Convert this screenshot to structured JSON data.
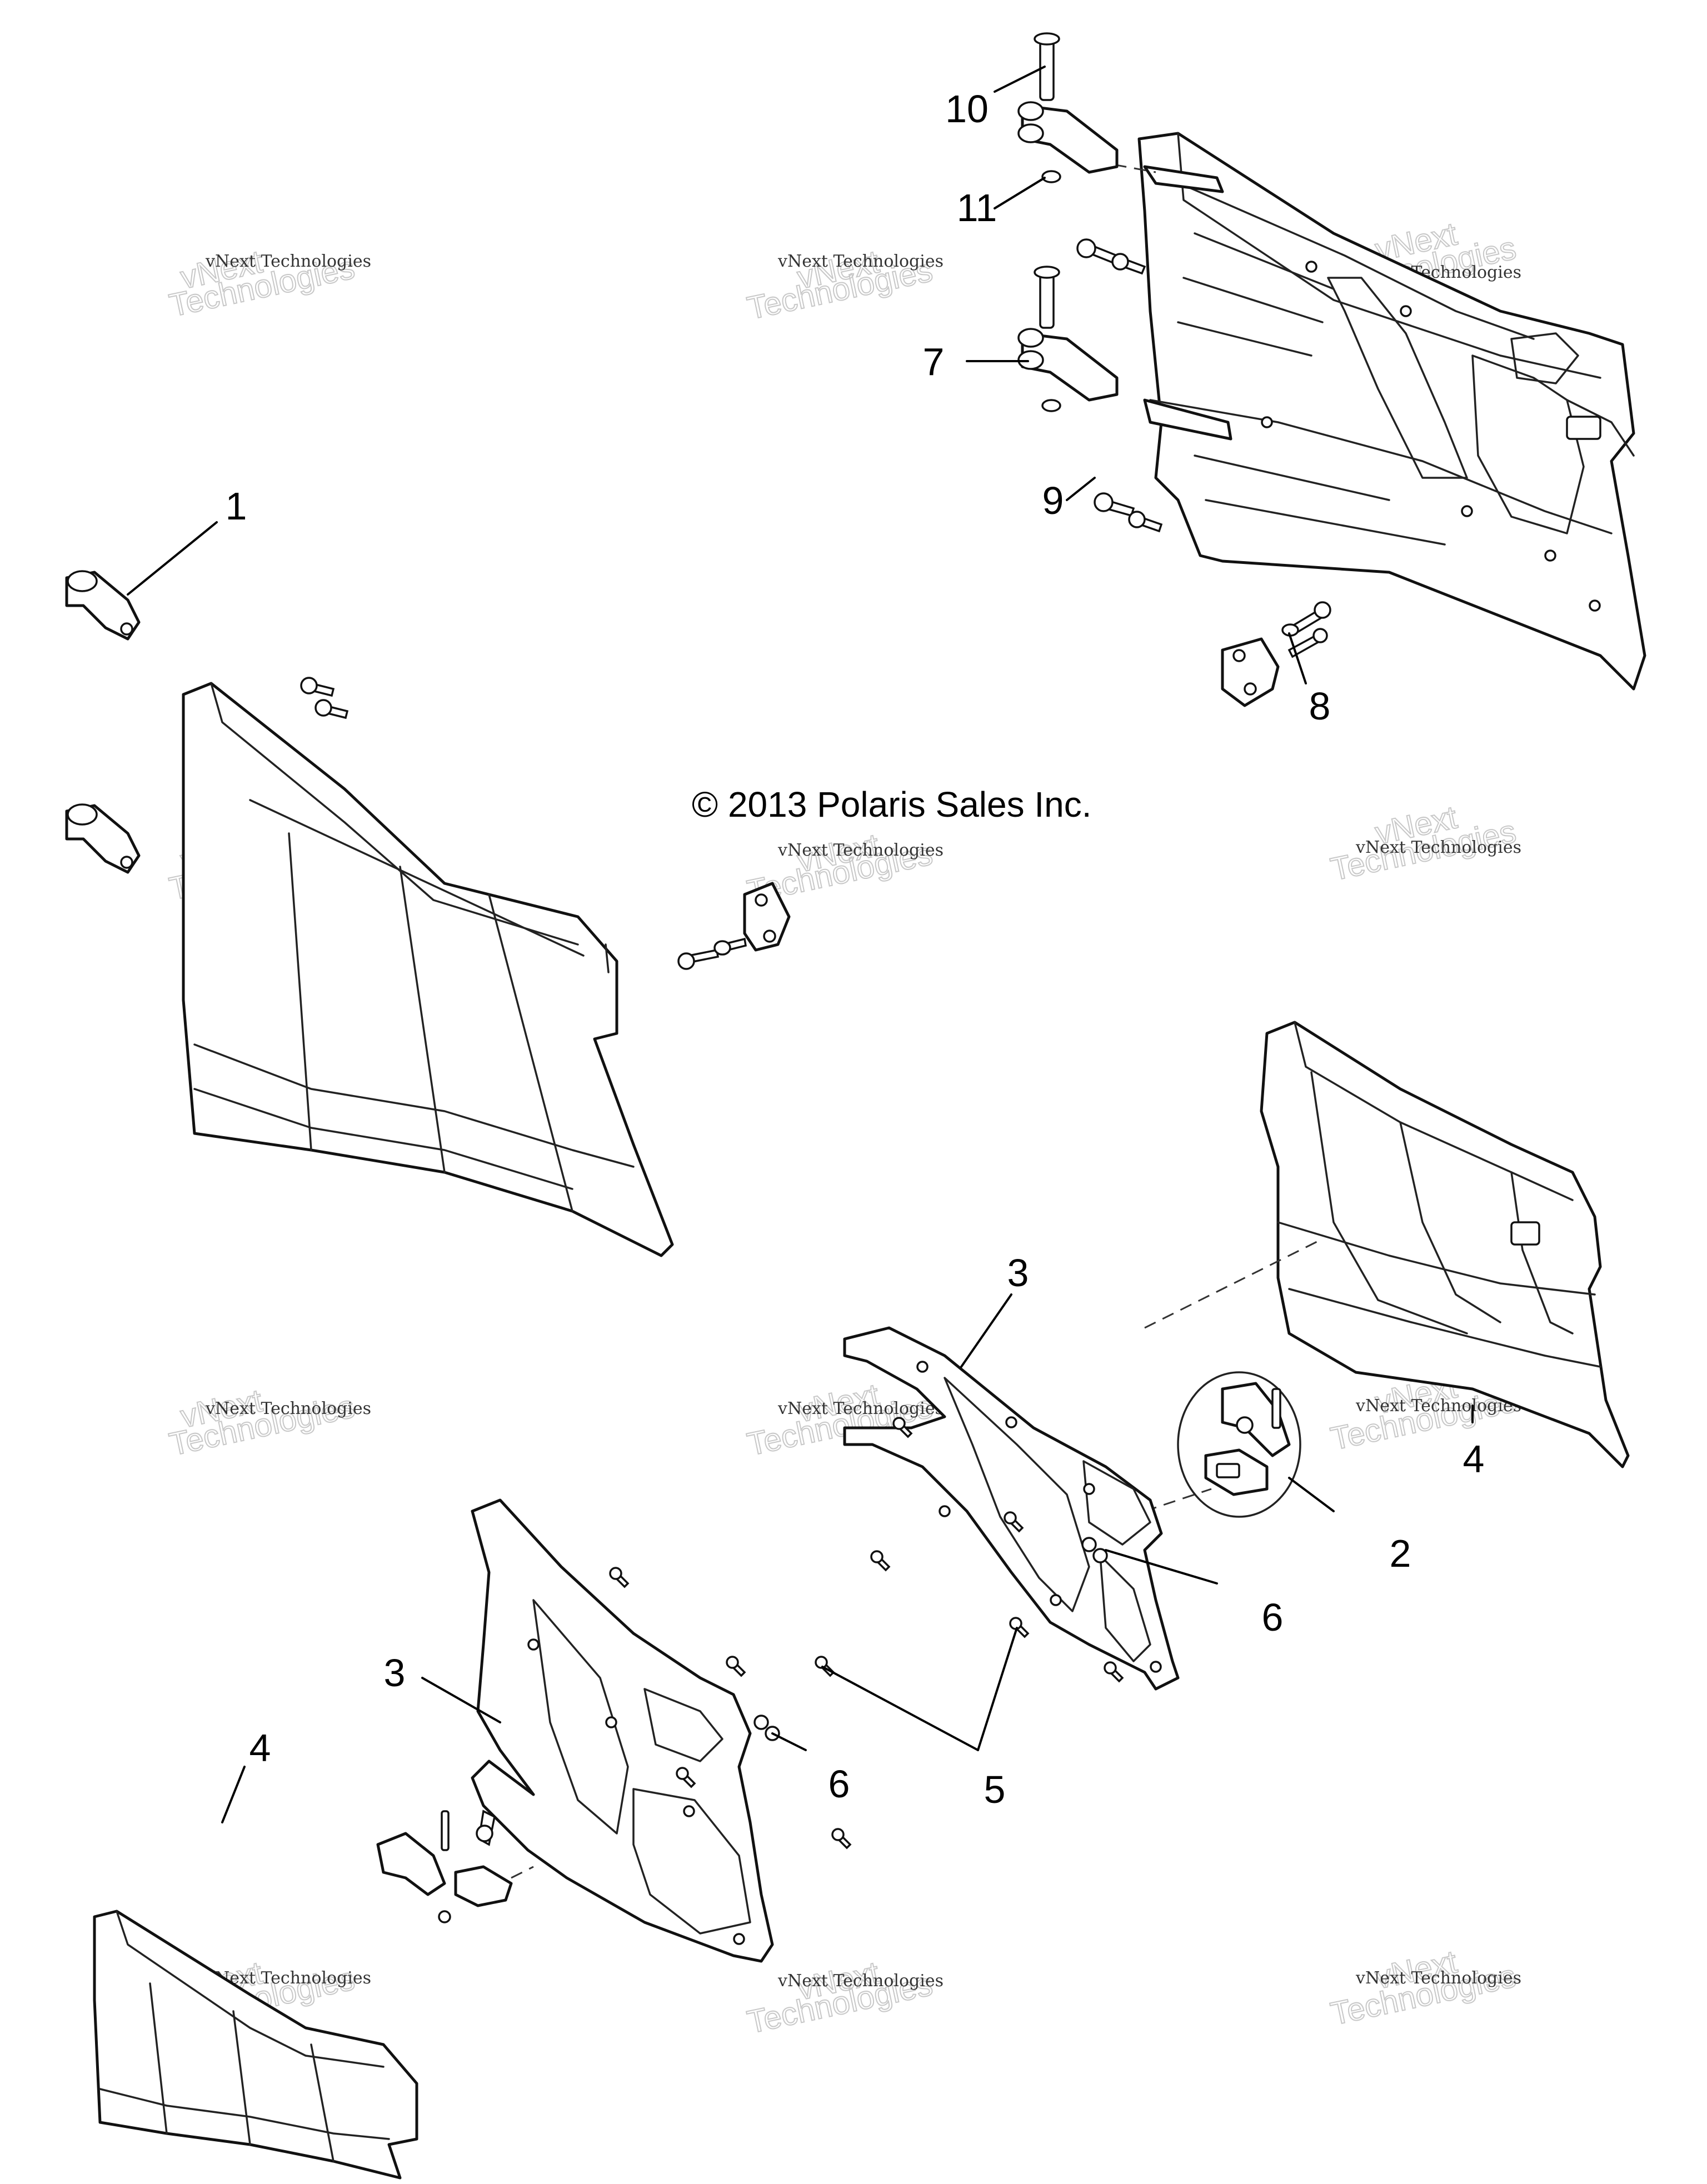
{
  "copyright": "© 2013 Polaris Sales Inc.",
  "watermark": {
    "company": "vNext Technologies",
    "line1": "vNext",
    "line2": "Technologies"
  },
  "callouts": [
    "1",
    "2",
    "3",
    "3",
    "4",
    "4",
    "5",
    "6",
    "6",
    "7",
    "8",
    "9",
    "10",
    "11"
  ],
  "colors": {
    "line": "#111111",
    "background": "#ffffff",
    "watermark": "#c8c8c8"
  }
}
